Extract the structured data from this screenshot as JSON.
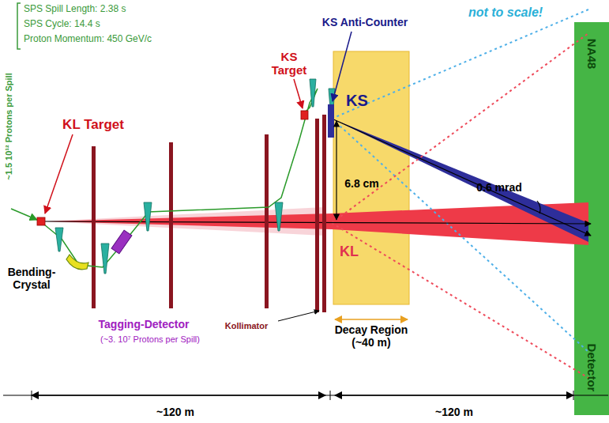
{
  "diagram": {
    "nodes": [
      {
        "text": [
          "Decay Region (~40 m)"
        ]
      },
      {
        "text": [
          "NA48",
          "Detector"
        ]
      }
    ],
    "labels": [
      "not to scale!",
      "SPS Spill Length: 2.38 s",
      "SPS Cycle: 14.4 s",
      "Proton Momentum: 450 GeV/c",
      "~1.5 10¹² Protons per Spill",
      "KL Target",
      "KS Target",
      "KS Anti-Counter",
      "KS",
      "6.8 cm",
      "0.6 mrad",
      "KL",
      "Bending- Crystal",
      "Tagging-Detector",
      "(~3. 10⁷ Protons per Spill)",
      "Kollimator",
      "~120 m",
      "~120 m"
    ]
  }
}
